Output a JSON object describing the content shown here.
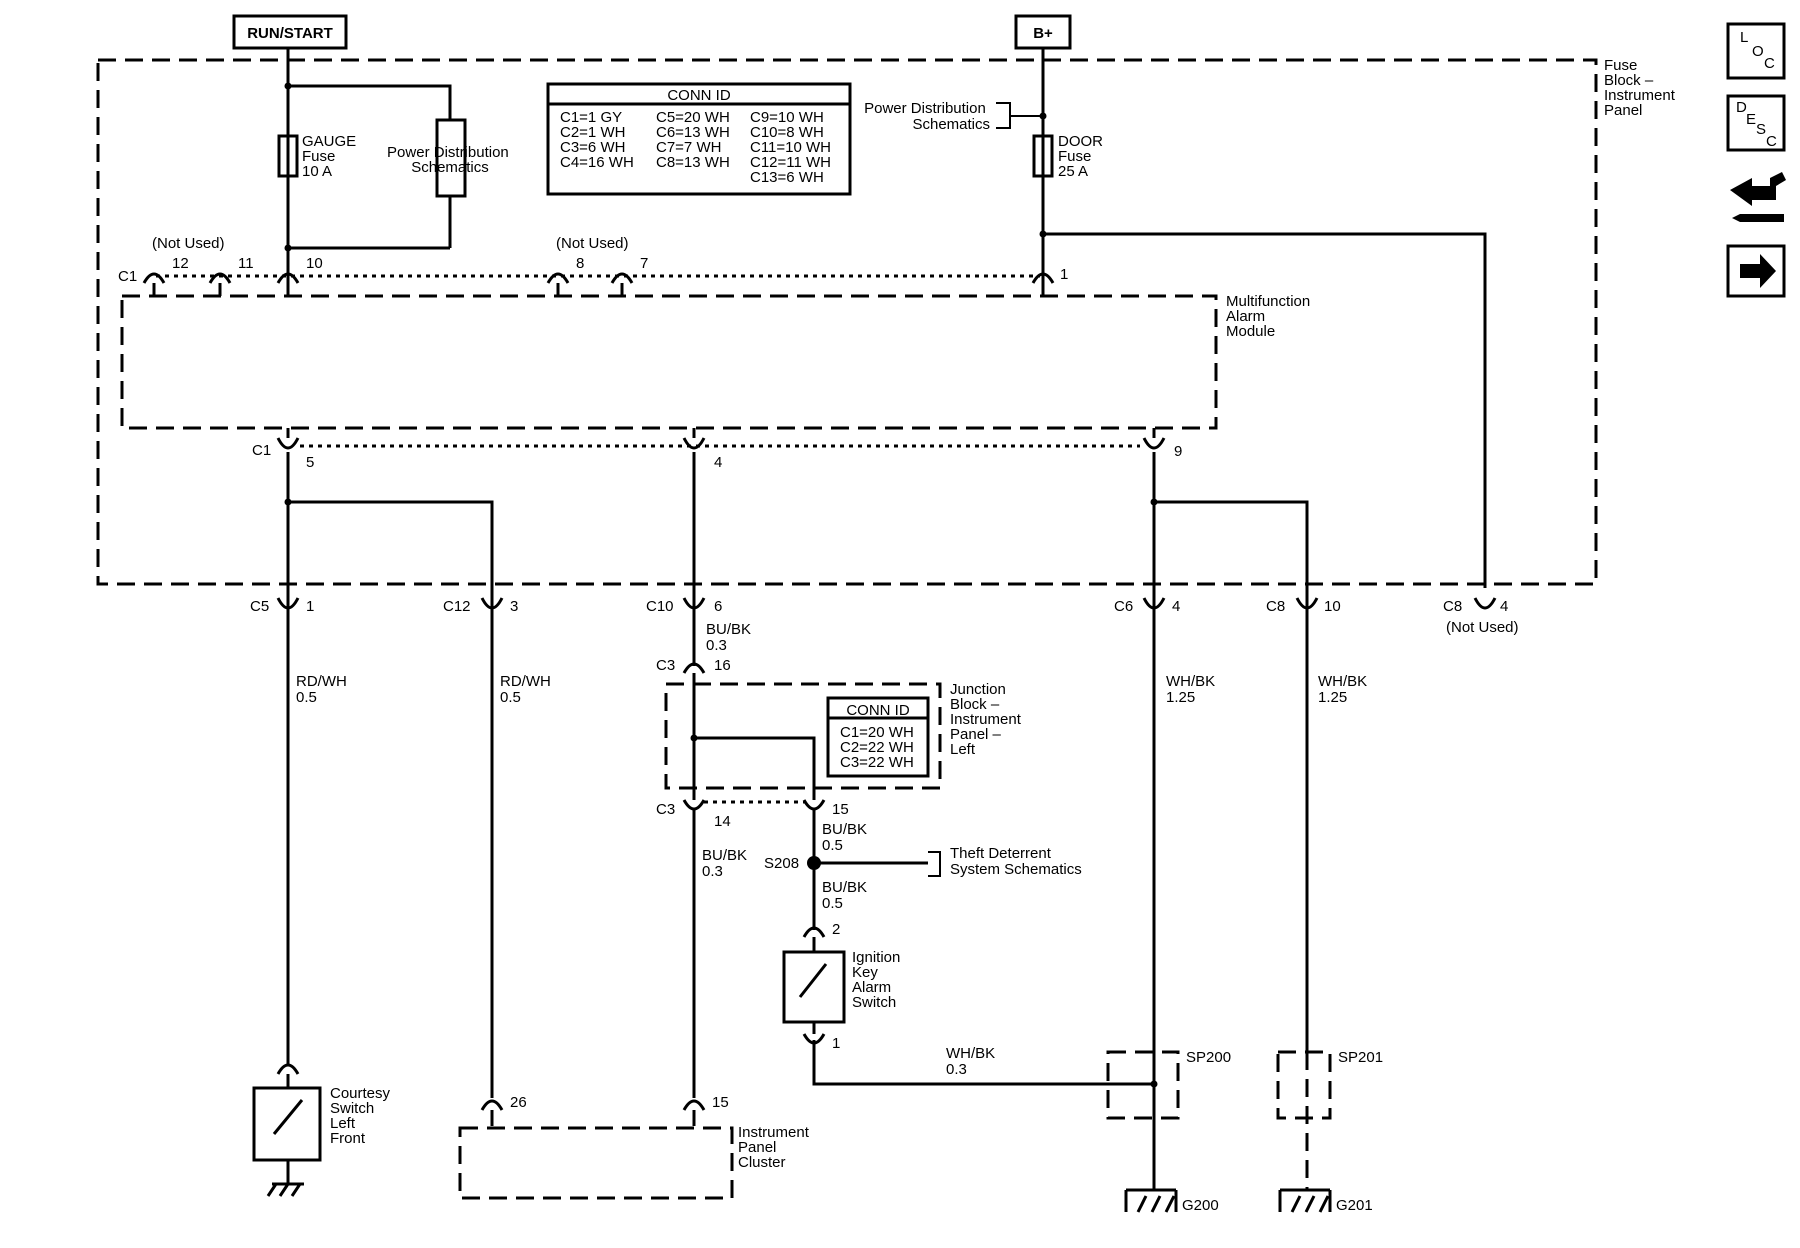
{
  "power": {
    "run_start": "RUN/START",
    "b_plus": "B+"
  },
  "fuse_block": {
    "label": [
      "Fuse",
      "Block –",
      "Instrument",
      "Panel"
    ],
    "gauge_fuse": [
      "GAUGE",
      "Fuse",
      "10 A"
    ],
    "door_fuse": [
      "DOOR",
      "Fuse",
      "25 A"
    ],
    "power_dist_left": [
      "Power Distribution",
      "Schematics"
    ],
    "power_dist_right": [
      "Power Distribution",
      "Schematics"
    ]
  },
  "conn_id_main": {
    "title": "CONN ID",
    "rows": [
      [
        "C1=1 GY",
        "C5=20 WH",
        "C9=10 WH"
      ],
      [
        "C2=1 WH",
        "C6=13 WH",
        "C10=8 WH"
      ],
      [
        "C3=6 WH",
        "C7=7 WH",
        "C11=10 WH"
      ],
      [
        "C4=16 WH",
        "C8=13 WH",
        "C12=11 WH"
      ],
      [
        "",
        "",
        "C13=6 WH"
      ]
    ]
  },
  "alarm_module": {
    "label": [
      "Multifunction",
      "Alarm",
      "Module"
    ],
    "not_used": "(Not Used)",
    "top_connector": "C1",
    "top_pins": [
      "12",
      "11",
      "10",
      "8",
      "7",
      "1"
    ],
    "bottom_connector": "C1",
    "bottom_pins": [
      "5",
      "4",
      "9"
    ]
  },
  "fuse_block_outputs": [
    {
      "conn": "C5",
      "pin": "1"
    },
    {
      "conn": "C12",
      "pin": "3"
    },
    {
      "conn": "C10",
      "pin": "6"
    },
    {
      "conn": "C6",
      "pin": "4"
    },
    {
      "conn": "C8",
      "pin": "10"
    },
    {
      "conn": "C8",
      "pin": "4",
      "note": "(Not Used)"
    }
  ],
  "wires": [
    {
      "color": "RD/WH",
      "gauge": "0.5"
    },
    {
      "color": "RD/WH",
      "gauge": "0.5"
    },
    {
      "color": "BU/BK",
      "gauge": "0.3"
    },
    {
      "color": "WH/BK",
      "gauge": "1.25"
    },
    {
      "color": "WH/BK",
      "gauge": "1.25"
    },
    {
      "color": "BU/BK",
      "gauge": "0.3"
    },
    {
      "color": "BU/BK",
      "gauge": "0.5"
    },
    {
      "color": "BU/BK",
      "gauge": "0.5"
    },
    {
      "color": "WH/BK",
      "gauge": "0.3"
    }
  ],
  "junction_block": {
    "label": [
      "Junction",
      "Block –",
      "Instrument",
      "Panel –",
      "Left"
    ],
    "in_conn": "C3",
    "in_pin": "16",
    "out_conn": "C3",
    "out_pin_left": "14",
    "out_pin_right": "15",
    "conn_id": {
      "title": "CONN ID",
      "rows": [
        "C1=20 WH",
        "C2=22 WH",
        "C3=22 WH"
      ]
    }
  },
  "splice": {
    "name": "S208",
    "theft": [
      "Theft Deterrent",
      "System Schematics"
    ]
  },
  "ignition_switch": {
    "label": [
      "Ignition",
      "Key",
      "Alarm",
      "Switch"
    ],
    "pin_top": "2",
    "pin_bottom": "1"
  },
  "courtesy_switch": {
    "label": [
      "Courtesy",
      "Switch",
      "Left",
      "Front"
    ]
  },
  "cluster": {
    "label": [
      "Instrument",
      "Panel",
      "Cluster"
    ],
    "pins": [
      "26",
      "15"
    ]
  },
  "splice_packs": [
    "SP200",
    "SP201"
  ],
  "grounds": [
    "G200",
    "G201"
  ],
  "nav_icons": [
    {
      "name": "loc-icon",
      "letters": [
        "L",
        "O",
        "C"
      ]
    },
    {
      "name": "desc-icon",
      "letters": [
        "D",
        "E",
        "S",
        "C"
      ]
    },
    {
      "name": "connector-icon"
    },
    {
      "name": "next-arrow-icon"
    }
  ]
}
